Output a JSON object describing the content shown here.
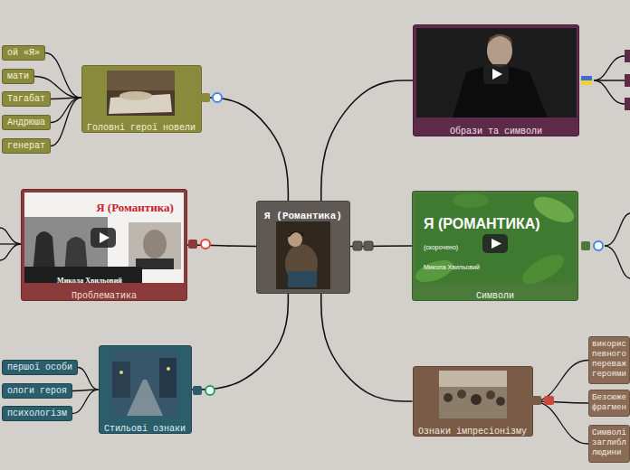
{
  "diagram": {
    "nodes": [
      {
        "text": [
          "Я (Романтика)"
        ]
      },
      {
        "text": [
          "Головні герої новели"
        ]
      },
      {
        "text": [
          "ой «Я»"
        ]
      },
      {
        "text": [
          "мати"
        ]
      },
      {
        "text": [
          "Тагабат"
        ]
      },
      {
        "text": [
          "Андрюша"
        ]
      },
      {
        "text": [
          "генерат"
        ]
      },
      {
        "text": [
          "Я (Романтика)",
          "Микола Хвильовий",
          "Проблематика"
        ]
      },
      {
        "text": [
          "Стильові ознаки"
        ]
      },
      {
        "text": [
          "першої особи"
        ]
      },
      {
        "text": [
          "ологи героя"
        ]
      },
      {
        "text": [
          "психологізм"
        ]
      },
      {
        "text": [
          "Образи та символи"
        ]
      },
      {
        "text": [
          "Я (РОМАНТИКА)",
          "(скорочено)",
          "Микола Хвильовий",
          "Символи"
        ]
      },
      {
        "text": [
          "Ознаки імпресіонізму"
        ]
      },
      {
        "text": [
          "викорис певного переваж героями"
        ]
      },
      {
        "text": [
          "Безсюже фрагмен"
        ]
      },
      {
        "text": [
          "Символі заглибл людини"
        ]
      }
    ],
    "edges": [
      {
        "from": 0,
        "to": 1,
        "arrow": "none"
      },
      {
        "from": 0,
        "to": 7,
        "arrow": "none"
      },
      {
        "from": 0,
        "to": 8,
        "arrow": "none"
      },
      {
        "from": 0,
        "to": 12,
        "arrow": "none"
      },
      {
        "from": 0,
        "to": 13,
        "arrow": "none"
      },
      {
        "from": 0,
        "to": 14,
        "arrow": "none"
      },
      {
        "from": 1,
        "to": 2,
        "arrow": "none"
      },
      {
        "from": 1,
        "to": 3,
        "arrow": "none"
      },
      {
        "from": 1,
        "to": 4,
        "arrow": "none"
      },
      {
        "from": 1,
        "to": 5,
        "arrow": "none"
      },
      {
        "from": 1,
        "to": 6,
        "arrow": "none"
      },
      {
        "from": 8,
        "to": 9,
        "arrow": "none"
      },
      {
        "from": 8,
        "to": 10,
        "arrow": "none"
      },
      {
        "from": 8,
        "to": 11,
        "arrow": "none"
      },
      {
        "from": 14,
        "to": 15,
        "arrow": "none"
      },
      {
        "from": 14,
        "to": 16,
        "arrow": "none"
      },
      {
        "from": 14,
        "to": 17,
        "arrow": "none"
      }
    ]
  }
}
